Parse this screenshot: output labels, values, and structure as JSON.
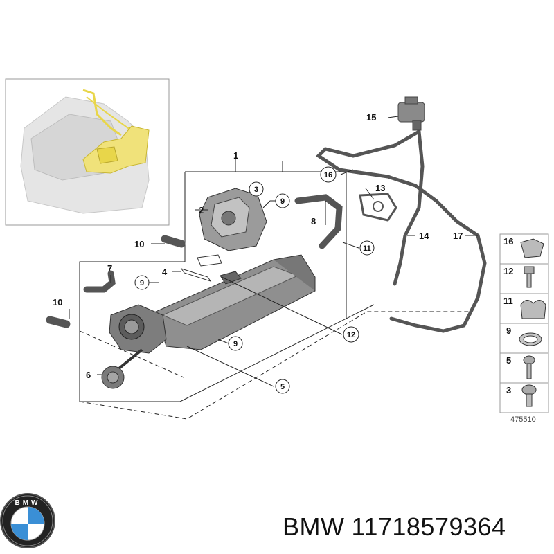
{
  "callouts": {
    "c1": "1",
    "c2": "2",
    "c3": "3",
    "c4": "4",
    "c5": "5",
    "c6": "6",
    "c7": "7",
    "c9a": "9",
    "c9b": "9",
    "c9c": "9",
    "c10a": "10",
    "c10b": "10",
    "c11": "11",
    "c12": "12",
    "c13": "13",
    "c14": "14",
    "c15": "15",
    "c16": "16",
    "c17": "17"
  },
  "legend": {
    "items": [
      "16",
      "12",
      "11",
      "9",
      "5",
      "3"
    ],
    "ref_number": "475510"
  },
  "brand": {
    "name": "BMW",
    "part_number": "11718579364",
    "logo_letters": "BMW"
  },
  "colors": {
    "highlight": "#e8d64a",
    "part_gray": "#8a8a8a",
    "hose": "#555555",
    "line": "#222222",
    "bmw_blue": "#3a8fd6"
  }
}
